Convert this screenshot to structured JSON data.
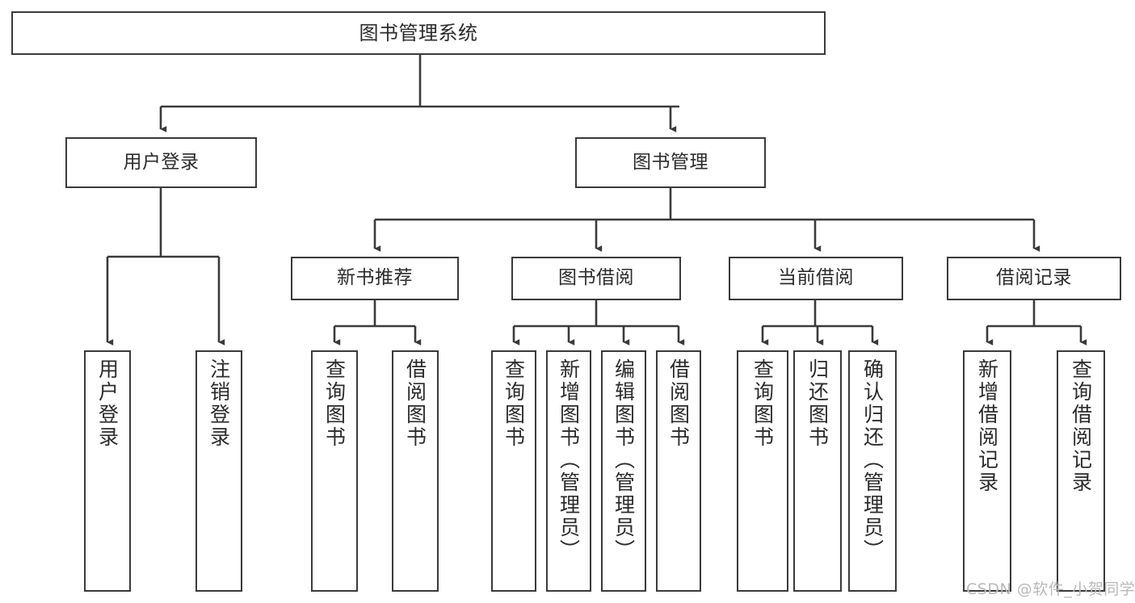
{
  "diagram": {
    "title": "图书管理系统",
    "type": "hierarchy-tree",
    "root": {
      "label": "图书管理系统"
    },
    "level2": [
      {
        "label": "用户登录"
      },
      {
        "label": "图书管理"
      }
    ],
    "level3": [
      {
        "label": "新书推荐"
      },
      {
        "label": "图书借阅"
      },
      {
        "label": "当前借阅"
      },
      {
        "label": "借阅记录"
      }
    ],
    "leaves": {
      "user_login": [
        {
          "label": "用户登录"
        },
        {
          "label": "注销登录"
        }
      ],
      "new_book_recommend": [
        {
          "label": "查询图书"
        },
        {
          "label": "借阅图书"
        }
      ],
      "book_borrow": [
        {
          "label": "查询图书"
        },
        {
          "label": "新增图书（管理员）"
        },
        {
          "label": "编辑图书（管理员）"
        },
        {
          "label": "借阅图书"
        }
      ],
      "current_borrow": [
        {
          "label": "查询图书"
        },
        {
          "label": "归还图书"
        },
        {
          "label": "确认归还（管理员）"
        }
      ],
      "borrow_record": [
        {
          "label": "新增借阅记录"
        },
        {
          "label": "查询借阅记录"
        }
      ]
    }
  },
  "watermark": {
    "text": "CSDN @软件_小贺同学"
  },
  "colors": {
    "stroke": "#3a3a3a",
    "background": "#ffffff",
    "text": "#2b2b2b",
    "watermark": "#b9b9b9"
  }
}
